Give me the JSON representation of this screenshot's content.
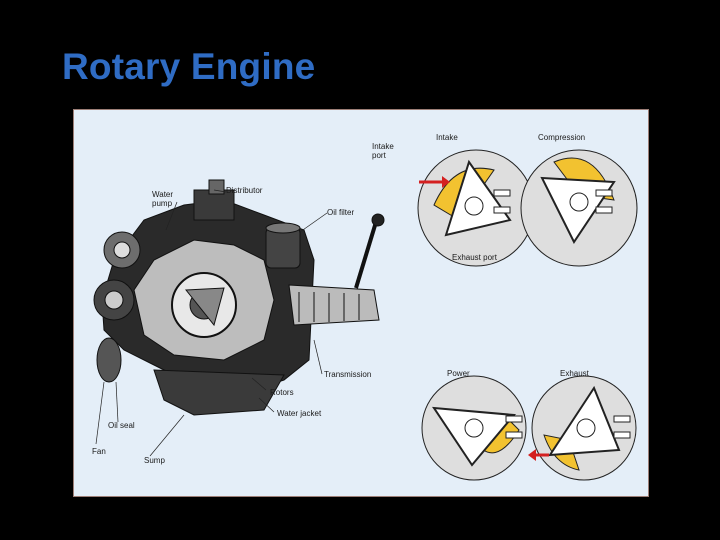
{
  "slide": {
    "title": "Rotary Engine"
  },
  "diagram": {
    "labels": {
      "water_pump": "Water pump",
      "distributor": "Distributor",
      "oil_filter": "Oil filter",
      "rotors": "Rotors",
      "water_jacket": "Water jacket",
      "transmission": "Transmission",
      "oil_seal": "Oil seal",
      "fan": "Fan",
      "sump": "Sump",
      "intake_port": "Intake port",
      "exhaust_port": "Exhaust port"
    },
    "stages": [
      {
        "label": "Intake"
      },
      {
        "label": "Compression"
      },
      {
        "label": "Power"
      },
      {
        "label": "Exhaust"
      }
    ],
    "colors": {
      "title": "#2f6cc4",
      "chamber": "#f2c230",
      "arrow": "#d42020",
      "panel": "#e4eef8"
    }
  }
}
